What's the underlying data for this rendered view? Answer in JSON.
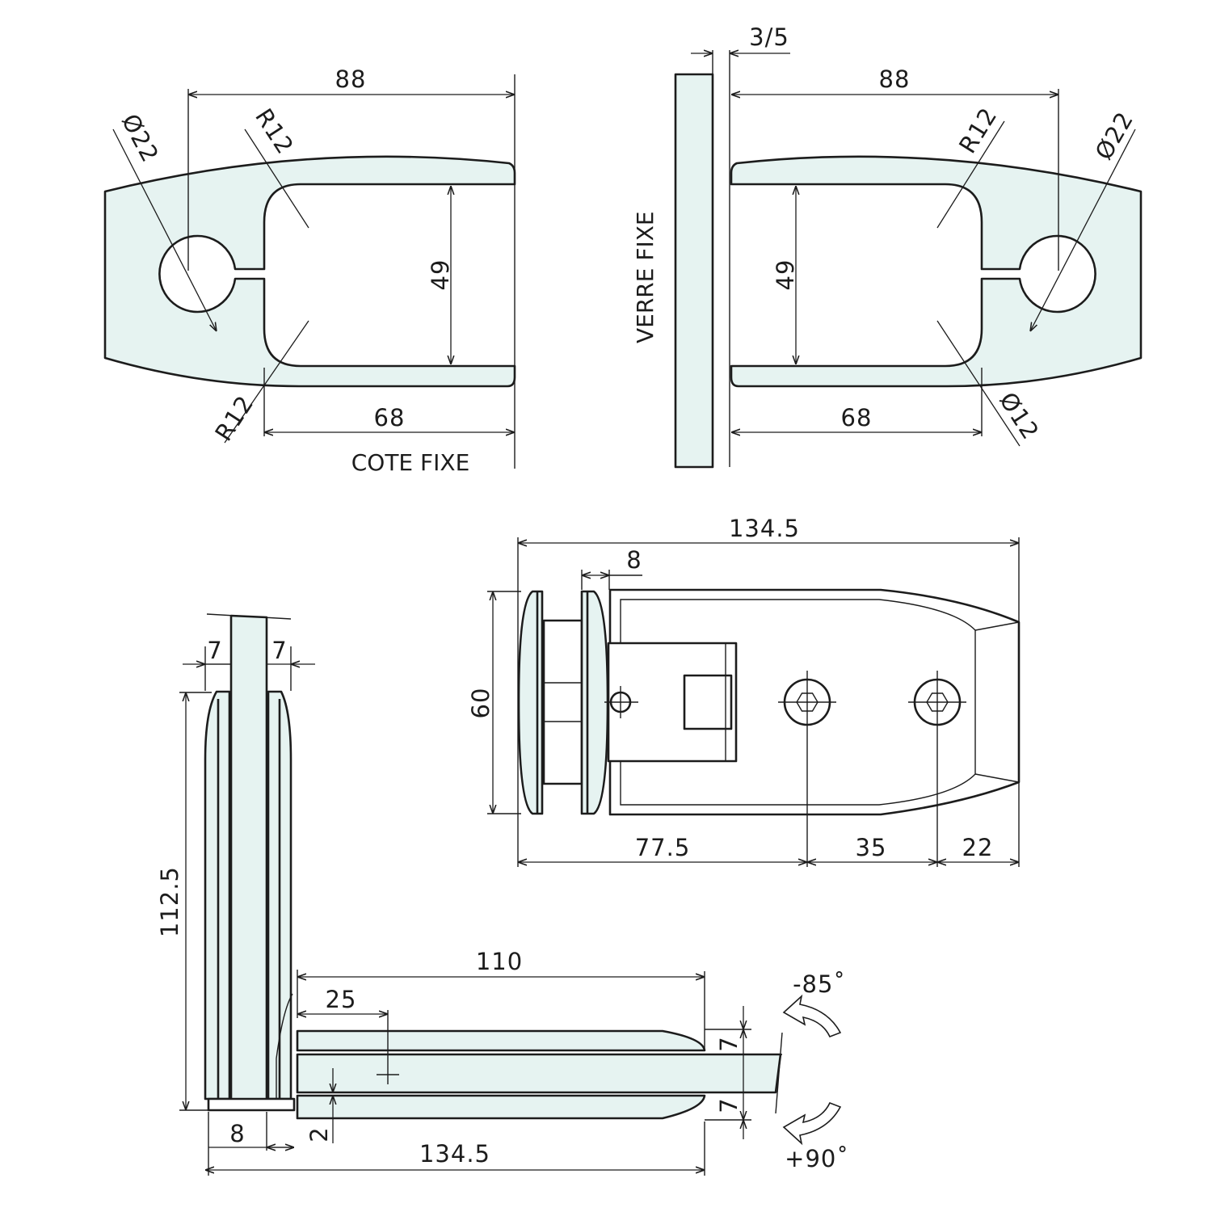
{
  "top_left": {
    "dim_width": "88",
    "dim_slot": "49",
    "dim_depth": "68",
    "dim_hole_dia": "Ø22",
    "dim_radius_top": "R12",
    "dim_radius_bottom": "R12",
    "note": "COTE FIXE"
  },
  "top_right": {
    "dim_gap": "3/5",
    "dim_width": "88",
    "dim_slot": "49",
    "dim_depth": "68",
    "dim_hole_dia": "Ø22",
    "dim_radius": "R12",
    "dim_small_dia": "Ø12",
    "glass_label": "VERRE FIXE"
  },
  "front_view": {
    "dim_length": "134.5",
    "dim_plate": "8",
    "dim_height": "60",
    "dim_a": "77.5",
    "dim_b": "35",
    "dim_c": "22"
  },
  "side_view": {
    "dim_left_pad": "7",
    "dim_right_pad": "7",
    "dim_height": "112.5",
    "dim_reach": "110",
    "dim_axis": "25",
    "dim_top_pad": "7",
    "dim_bottom_pad": "7",
    "dim_gap": "2",
    "dim_base": "8",
    "dim_total": "134.5",
    "angle_open": "-85˚",
    "angle_close": "+90˚"
  }
}
